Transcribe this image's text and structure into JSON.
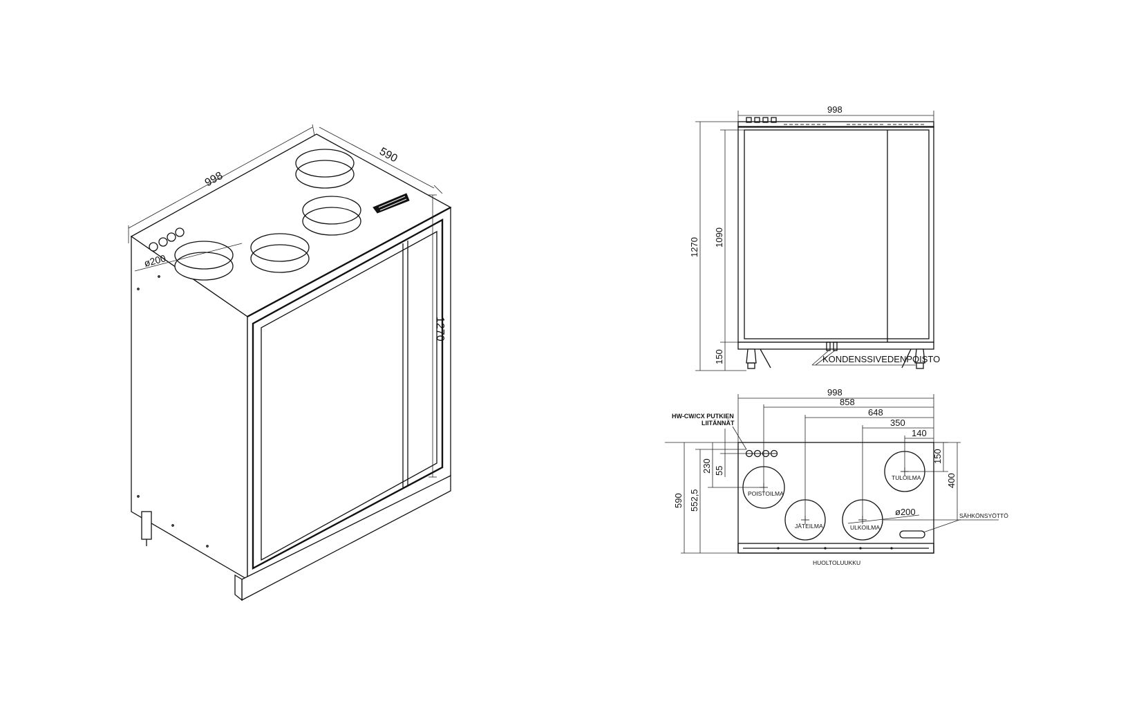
{
  "iso_view": {
    "width_label": "998",
    "depth_label": "590",
    "height_label": "1270",
    "diameter_label": "ø200"
  },
  "front_view": {
    "width_label": "998",
    "total_height_label": "1270",
    "body_height_label": "1090",
    "base_height_label": "150",
    "condensate_label": "KONDENSSIVEDENPOISTO"
  },
  "top_view": {
    "width_label": "998",
    "dim_858": "858",
    "dim_648": "648",
    "dim_350": "350",
    "dim_140": "140",
    "depth_label": "590",
    "dim_552": "552,5",
    "dim_230": "230",
    "dim_55": "55",
    "dim_150": "150",
    "dim_400": "400",
    "diameter_label": "ø200",
    "pipes_label_line1": "HW-CW/CX  PUTKIEN",
    "pipes_label_line2": "LIITÄNNÄT",
    "port_exhaust": "POISTOILMA",
    "port_waste": "JÄTEILMA",
    "port_outdoor": "ULKOILMA",
    "port_supply": "TULOILMA",
    "power_label": "SÄHKÖNSYÖTTÖ",
    "service_hatch": "HUOLTOLUUKKU"
  }
}
